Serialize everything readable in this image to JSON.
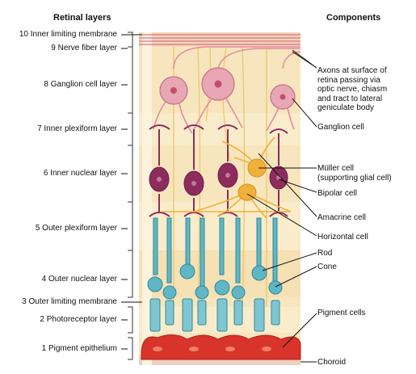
{
  "headers": {
    "retinal_layers": "Retinal layers",
    "components": "Components"
  },
  "layers": [
    {
      "label": "10 Inner limiting membrane"
    },
    {
      "label": "9 Nerve fiber layer"
    },
    {
      "label": "8 Ganglion cell layer"
    },
    {
      "label": "7 Inner plexiform layer"
    },
    {
      "label": "6 Inner nuclear layer"
    },
    {
      "label": "5 Outer plexiform layer"
    },
    {
      "label": "4 Outer nuclear layer"
    },
    {
      "label": "3 Outer limiting membrane"
    },
    {
      "label": "2 Photoreceptor layer"
    },
    {
      "label": "1 Pigment epithelium"
    }
  ],
  "components": {
    "axons": [
      "Axons at surface of",
      "retina passing via",
      "optic nerve, chiasm",
      "and tract to lateral",
      "geniculate body"
    ],
    "ganglion": "Ganglion cell",
    "muller": [
      "Müller cell",
      "(supporting glial cell)"
    ],
    "bipolar": "Bipolar cell",
    "amacrine": "Amacrine cell",
    "horizontal": "Horizontal cell",
    "rod": "Rod",
    "cone": "Cone",
    "pigment": "Pigment cells",
    "choroid": "Choroid"
  },
  "colors": {
    "ganglion": "#e9a6b4",
    "bipolar": "#8e2c5e",
    "glial": "#f0b13a",
    "photoreceptor": "#5fb6c4",
    "pigment": "#d9342b",
    "tissue": "#f6e3b6",
    "leader": "#111111"
  }
}
